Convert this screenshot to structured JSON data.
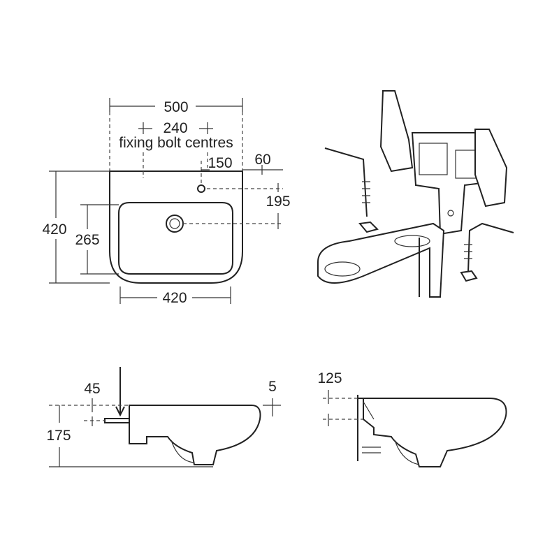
{
  "plan_view": {
    "overall_width": "500",
    "bolt_centres": "240",
    "bolt_caption": "fixing bolt centres",
    "tap_offset": "150",
    "tap_offset_small": "60",
    "tap_depth": "195",
    "overall_depth": "420",
    "bowl_depth": "265",
    "bowl_width": "420"
  },
  "side_view_left": {
    "bolt_height": "45",
    "rim_offset": "5",
    "height": "175"
  },
  "side_view_right": {
    "bracket_height": "125"
  }
}
